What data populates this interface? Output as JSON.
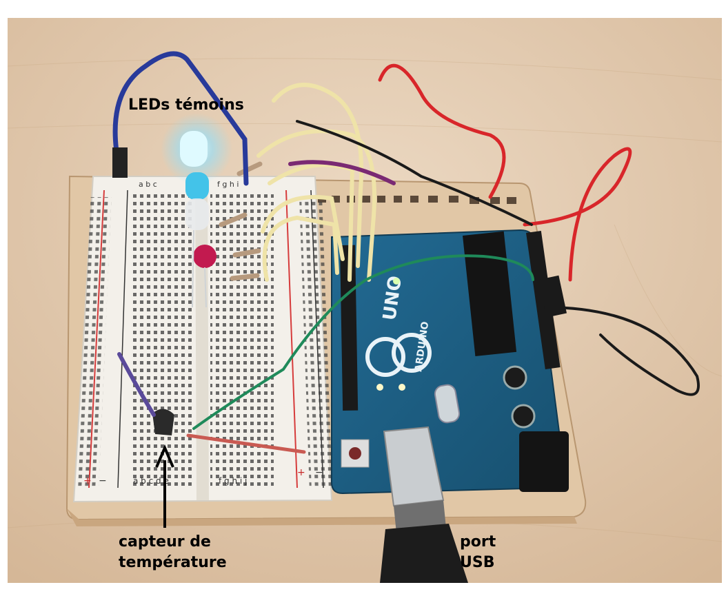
{
  "annotations": {
    "leds": "LEDs témoins",
    "temp_sensor": [
      "capteur de",
      "température"
    ],
    "usb_port": [
      "port",
      "USB"
    ]
  },
  "photo": {
    "board_text": "UNO",
    "board_subtext": "ARDUINO",
    "breadboard_columns_left": [
      "a",
      "b",
      "c",
      "d",
      "e"
    ],
    "breadboard_columns_right": [
      "f",
      "g",
      "h",
      "i",
      "j"
    ],
    "rail_plus": "+",
    "rail_minus": "−",
    "colors": {
      "wood": "#d9bb97",
      "breadboard": "#f2efe8",
      "arduino": "#1d5f86",
      "wire_blue": "#283a9a",
      "wire_red": "#d8262a",
      "wire_yellow": "#efe3a8",
      "wire_green": "#1f8a5a",
      "wire_black": "#1a1a1a",
      "led_blue": "#9fe6ff",
      "led_red": "#c21a4f"
    }
  }
}
